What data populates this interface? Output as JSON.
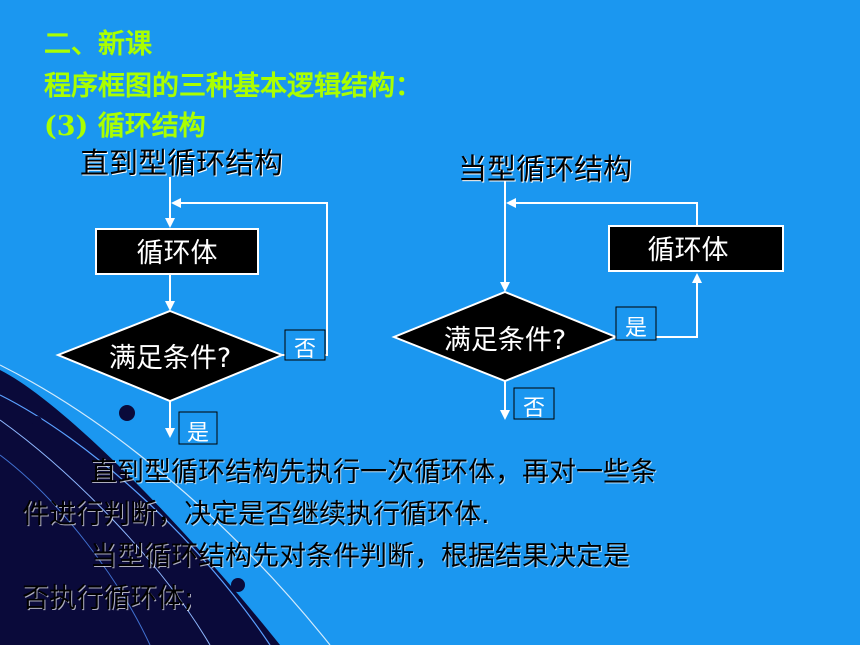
{
  "slide": {
    "section": "二、新课",
    "heading": "程序框图的三种基本逻辑结构：",
    "subheading_num": "(3)",
    "subheading": "循环结构"
  },
  "left_diagram": {
    "title": "直到型循环结构",
    "body_box": "循环体",
    "condition": "满足条件?",
    "no_label": "否",
    "yes_label": "是"
  },
  "right_diagram": {
    "title": "当型循环结构",
    "body_box": "循环体",
    "condition": "满足条件?",
    "yes_label": "是",
    "no_label": "否"
  },
  "paragraphs": {
    "p1_line1": "直到型循环结构先执行一次循环体，再对一些条",
    "p1_line2": "件进行判断，决定是否继续执行循环体.",
    "p2_line1": "当型循环结构先对条件判断，根据结果决定是",
    "p2_line2": "否执行循环体;"
  },
  "colors": {
    "background": "#1b97f0",
    "heading_green": "#aaff00",
    "shape_fill": "#000000",
    "shape_text": "#ffffff",
    "decor_dark": "#0a0a3a"
  }
}
